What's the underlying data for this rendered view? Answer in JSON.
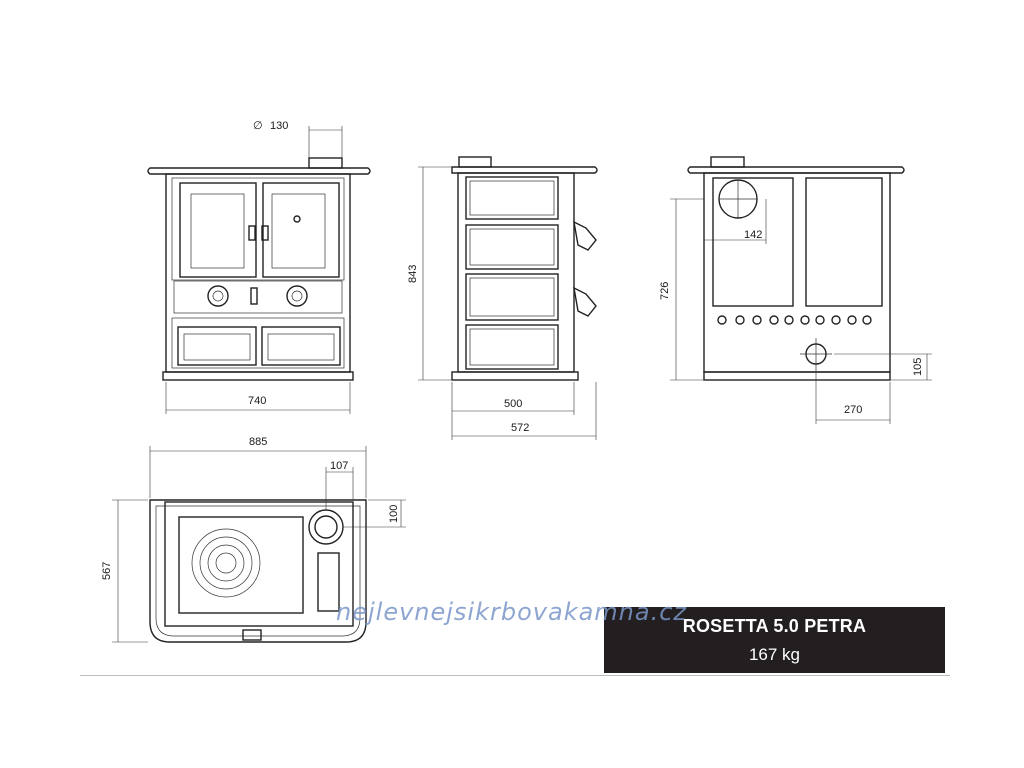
{
  "dimensions": {
    "flue_diameter": "130",
    "front_width": "740",
    "side_depth_inner": "500",
    "side_depth_outer": "572",
    "height_total": "843",
    "rear_flue_offset": "142",
    "rear_height": "726",
    "rear_outlet_height": "105",
    "rear_outlet_offset": "270",
    "top_width": "885",
    "top_flue_offset": "107",
    "top_flue_depth": "100",
    "top_depth": "567"
  },
  "diameter_symbol": "∅",
  "product": {
    "name": "ROSETTA 5.0 PETRA",
    "weight": "167 kg"
  },
  "watermark": "nejlevnejsikrbovakamna.cz"
}
